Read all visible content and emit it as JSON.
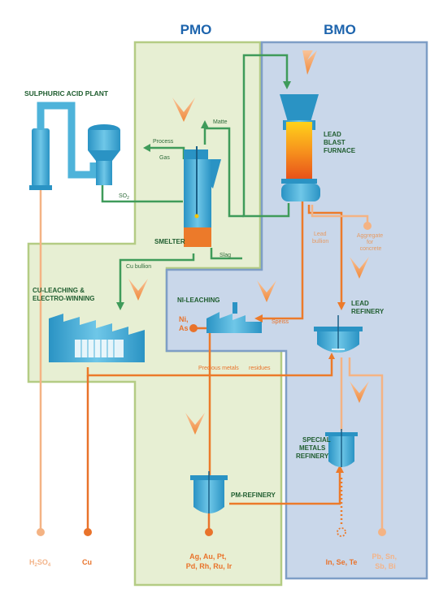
{
  "zones": {
    "pmo": "PMO",
    "bmo": "BMO"
  },
  "units": {
    "acid_plant": "SULPHURIC ACID PLANT",
    "smelter": "SMELTER",
    "lead_blast_furnace": [
      "LEAD",
      "BLAST",
      "FURNACE"
    ],
    "cu_leaching": [
      "CU-LEACHING &",
      "ELECTRO-WINNING"
    ],
    "ni_leaching": "NI-LEACHING",
    "lead_refinery": [
      "LEAD",
      "REFINERY"
    ],
    "special_metals_refinery": [
      "SPECIAL",
      "METALS",
      "REFINERY"
    ],
    "pm_refinery": "PM-REFINERY"
  },
  "flows": {
    "process": "Process",
    "gas": "Gas",
    "matte": "Matte",
    "so2": "SO",
    "so2_sub": "2",
    "slag": "Slag",
    "cu_bullion": "Cu bullion",
    "speiss": "Speiss",
    "lead_bullion": [
      "Lead",
      "bullion"
    ],
    "aggregate": [
      "Aggregate",
      "for",
      "concrete"
    ],
    "precious_metals": "Precious metals",
    "residues": "residues"
  },
  "byproducts": {
    "ni_as": [
      "Ni,",
      "As"
    ]
  },
  "products": {
    "h2so4": "H",
    "h2so4_sub1": "2",
    "h2so4_mid": "SO",
    "h2so4_sub2": "4",
    "cu": "Cu",
    "pm": [
      "Ag, Au, Pt,",
      "Pd, Rh, Ru, Ir"
    ],
    "in_se_te": "In, Se, Te",
    "pb_sn": [
      "Pb, Sn,",
      "Sb, Bi"
    ]
  },
  "colors": {
    "pmo_fill": "#e7efd3",
    "pmo_border": "#b4cc84",
    "bmo_fill": "#c9d7ea",
    "bmo_border": "#7e9ec6",
    "title_blue": "#1d64ad",
    "green_flow": "#3f9b5a",
    "orange_flow": "#ec7a2a",
    "light_orange": "#f4b384",
    "equipment_blue": "#4eb3da",
    "dark_green_text": "#2e6b3a",
    "product_orange": "#e9732b",
    "product_light": "#f3b48a"
  }
}
